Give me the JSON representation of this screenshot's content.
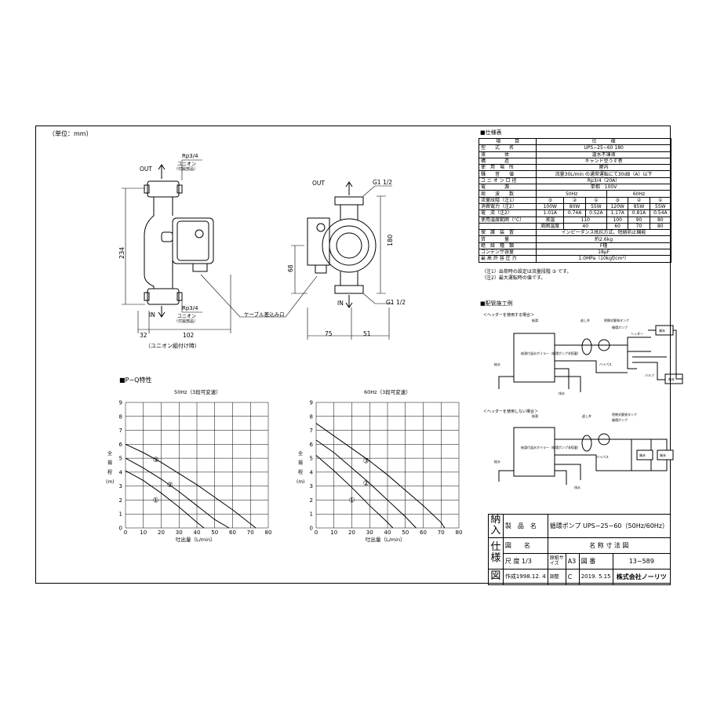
{
  "unit_note": "（単位：mm）",
  "front_view": {
    "out_label": "OUT",
    "in_label": "IN",
    "rp_top": "Rp3/4",
    "union_top": "ユニオン",
    "union_top_sub": "（付属部品）",
    "rp_bottom": "Rp3/4",
    "union_bottom": "ユニオン",
    "union_bottom_sub": "（付属部品）",
    "dim_height": "234",
    "dim_32": "32",
    "dim_102": "102",
    "caption": "（ユニオン組付け時）"
  },
  "side_view": {
    "g_top": "G1 1/2",
    "g_bottom": "G1 1/2",
    "out_label": "OUT",
    "in_label": "IN",
    "dim_180": "180",
    "dim_68": "68",
    "dim_75": "75",
    "dim_51": "51",
    "cable": "ケーブル差込み口"
  },
  "pq": {
    "section_title": "■P−Q特性",
    "ylabel_chars": [
      "全",
      "揚",
      "程"
    ],
    "yunit": "(m)",
    "xlabel": "吐出量（L/min）"
  },
  "chart_data": [
    {
      "type": "line",
      "title": "50Hz（3段可変速）",
      "xlabel": "吐出量（L/min）",
      "ylabel": "全揚程 (m)",
      "xlim": [
        0,
        80
      ],
      "ylim": [
        0,
        9
      ],
      "xticks": [
        0,
        10,
        20,
        30,
        40,
        50,
        60,
        70,
        80
      ],
      "yticks": [
        0,
        1,
        2,
        3,
        4,
        5,
        6,
        7,
        8,
        9
      ],
      "grid": true,
      "series": [
        {
          "name": "①",
          "x": [
            0,
            10,
            20,
            30,
            40,
            44
          ],
          "y": [
            4.1,
            3.4,
            2.5,
            1.5,
            0.4,
            0
          ]
        },
        {
          "name": "②",
          "x": [
            0,
            10,
            20,
            30,
            40,
            50,
            58
          ],
          "y": [
            5.0,
            4.3,
            3.5,
            2.6,
            1.6,
            0.6,
            0
          ]
        },
        {
          "name": "③",
          "x": [
            0,
            10,
            20,
            30,
            40,
            50,
            60,
            70,
            73
          ],
          "y": [
            6.0,
            5.4,
            4.7,
            3.9,
            3.1,
            2.2,
            1.3,
            0.3,
            0
          ]
        }
      ],
      "labels": [
        {
          "text": "①",
          "x": 17,
          "y": 2.0
        },
        {
          "text": "②",
          "x": 25,
          "y": 3.1
        },
        {
          "text": "③",
          "x": 17,
          "y": 4.9
        }
      ]
    },
    {
      "type": "line",
      "title": "60Hz（3段可変速）",
      "xlabel": "吐出量（L/min）",
      "ylabel": "全揚程 (m)",
      "xlim": [
        0,
        80
      ],
      "ylim": [
        0,
        9
      ],
      "xticks": [
        0,
        10,
        20,
        30,
        40,
        50,
        60,
        70,
        80
      ],
      "yticks": [
        0,
        1,
        2,
        3,
        4,
        5,
        6,
        7,
        8,
        9
      ],
      "grid": true,
      "series": [
        {
          "name": "①",
          "x": [
            0,
            10,
            20,
            30,
            40,
            43
          ],
          "y": [
            5.2,
            4.1,
            2.9,
            1.6,
            0.4,
            0
          ]
        },
        {
          "name": "②",
          "x": [
            0,
            10,
            20,
            30,
            40,
            50,
            56
          ],
          "y": [
            6.3,
            5.4,
            4.3,
            3.2,
            2.0,
            0.8,
            0
          ]
        },
        {
          "name": "③",
          "x": [
            0,
            10,
            20,
            30,
            40,
            50,
            60,
            70,
            72
          ],
          "y": [
            7.5,
            6.6,
            5.7,
            4.8,
            3.8,
            2.7,
            1.6,
            0.4,
            0
          ]
        }
      ],
      "labels": [
        {
          "text": "①",
          "x": 20,
          "y": 2.0
        },
        {
          "text": "②",
          "x": 28,
          "y": 3.2
        },
        {
          "text": "③",
          "x": 28,
          "y": 4.8
        }
      ]
    }
  ],
  "spec": {
    "heading": "■仕様表",
    "header": [
      "項　　　目",
      "仕　　　様"
    ],
    "r_model": [
      "型　　式　　名",
      "UPS−25−60 180"
    ],
    "r_fluid": [
      "液　　　　体",
      "温水不凍液"
    ],
    "r_struct": [
      "構　　　　造",
      "キャンド型うず巻"
    ],
    "r_place": [
      "使　用　場　所",
      "屋内"
    ],
    "r_noise": [
      "騒　　音　　値",
      "流量30L/min の通常運転にて30dB（A）以下"
    ],
    "r_union": [
      "ユ ニ オ ン 口 径",
      "Rp3/4（20A）"
    ],
    "r_power": [
      "電　　　　源",
      "単相　100V"
    ],
    "r_freq": [
      "周　　波　　数",
      "50Hz",
      "60Hz"
    ],
    "r_flow": [
      "流量段階（注1）",
      "③",
      "②",
      "①",
      "③",
      "②",
      "①"
    ],
    "r_watt": [
      "消費電力（注2）",
      "100W",
      "80W",
      "55W",
      "120W",
      "85W",
      "55W"
    ],
    "r_amp": [
      "電　流（注2）",
      "1.01A",
      "0.74A",
      "0.52A",
      "1.17A",
      "0.81A",
      "0.54A"
    ],
    "r_temp": [
      "使用温度範囲（°C）",
      "液温",
      "110",
      "100",
      "90",
      "80"
    ],
    "r_amb": [
      "",
      "周囲温度",
      "40",
      "60",
      "70",
      "80"
    ],
    "r_protect": [
      "保　護　装　置",
      "インピーダンス抵抗方式、短絡防止機能"
    ],
    "r_mass": [
      "質　　　　量",
      "約2.6kg"
    ],
    "r_insul": [
      "絶　縁　種　類",
      "F種"
    ],
    "r_cap": [
      "コンデンサ容量",
      "18μF"
    ],
    "r_press": [
      "最 高 許 容 圧 力",
      "1.0MPa（10kgf/cm²）"
    ],
    "note1": "（注1）出荷時の設定は流量段階 ③ です。",
    "note2": "（注2）最大運転時の値です。"
  },
  "piping": {
    "title": "■配管施工例",
    "case1": "＜ヘッダーを使用する場合＞",
    "case2": "＜ヘッダーを使用しない場合＞",
    "boiler1": "給湯付温水ボイラー（循環ポンプ非搭載）",
    "boiler2": "給湯付温水ボイラー（循環ポンプ非搭載）",
    "supply": "給水",
    "hot": "給湯",
    "drain": "排水",
    "vent": "逃し弁",
    "tank": "密閉式膨張タンク",
    "pump": "循環ポンプ",
    "header": "ヘッダー",
    "bypass": "バイパス",
    "valve": "バルブ",
    "load": "端末"
  },
  "title_block": {
    "side": [
      "納",
      "入",
      "仕",
      "様",
      "図"
    ],
    "product_label": "製　品　名",
    "product": "循環ポンプ UPS−25−60（50Hz/60Hz）",
    "drawing_label": "図　　名",
    "drawing": "名 称 寸 法 図",
    "scale_label": "尺 度",
    "scale": "1/3",
    "paper_label": "原紙サイズ",
    "paper": "A3",
    "no_label": "図 番",
    "no": "13−589",
    "made_label": "作成",
    "made": "1998.12. 4",
    "rev_label": "調整",
    "rev": "C",
    "rev_date": "2019. 5.15",
    "company": "株式会社ノーリツ"
  }
}
